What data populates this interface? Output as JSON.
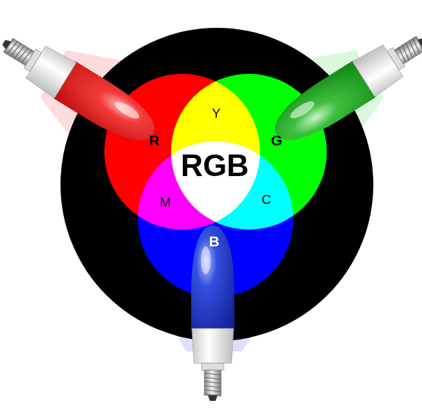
{
  "diagram": {
    "nodes": [
      {
        "text": [
          "R"
        ]
      },
      {
        "text": [
          "G"
        ]
      },
      {
        "text": [
          "B"
        ]
      }
    ],
    "labels": [
      "RGB",
      "Y",
      "M",
      "C"
    ]
  }
}
